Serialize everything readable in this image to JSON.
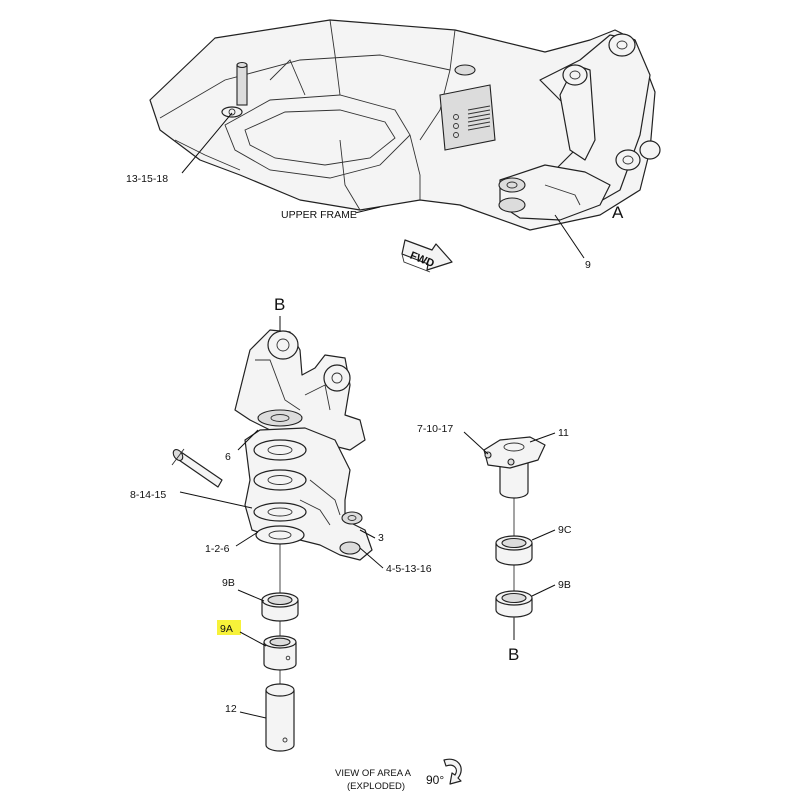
{
  "labels": {
    "upper_frame": "UPPER FRAME",
    "fwd": "FWD",
    "area_a": "A",
    "p_13_15_18": "13-15-18",
    "p_9": "9",
    "callout_b_top": "B",
    "callout_b_bottom": "B",
    "p_6": "6",
    "p_8_14_15": "8-14-15",
    "p_1_2_6": "1-2-6",
    "p_3": "3",
    "p_4_5_13_16": "4-5-13-16",
    "p_9b_left": "9B",
    "p_9a": "9A",
    "p_12": "12",
    "p_7_10_17": "7-10-17",
    "p_11": "11",
    "p_9c": "9C",
    "p_9b_right": "9B",
    "view_title_line1": "VIEW OF AREA A",
    "view_title_line2": "(EXPLODED)",
    "rotation": "90°"
  },
  "highlight": {
    "part": "9A",
    "color": "#f7f23a"
  }
}
